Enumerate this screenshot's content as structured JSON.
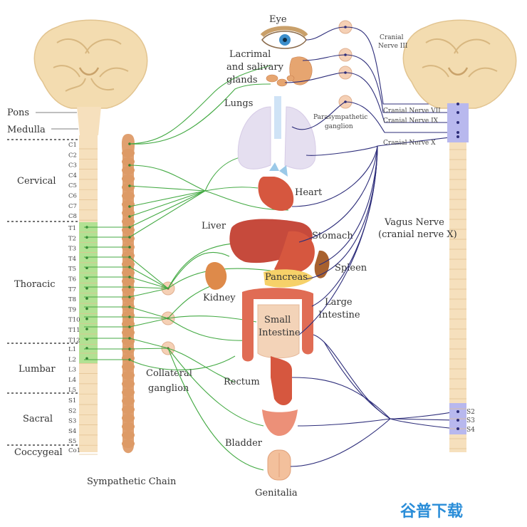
{
  "regions": {
    "pons": "Pons",
    "medulla": "Medulla",
    "cervical": "Cervical",
    "thoracic": "Thoracic",
    "lumbar": "Lumbar",
    "sacral": "Sacral",
    "coccygeal": "Coccygeal"
  },
  "segments": {
    "cervical": [
      "C1",
      "C2",
      "C3",
      "C4",
      "C5",
      "C6",
      "C7",
      "C8"
    ],
    "thoracic": [
      "T1",
      "T2",
      "T3",
      "T4",
      "T5",
      "T6",
      "T7",
      "T8",
      "T9",
      "T10",
      "T11",
      "T12"
    ],
    "lumbar": [
      "L1",
      "L2",
      "L3",
      "L4",
      "L5"
    ],
    "sacral": [
      "S1",
      "S2",
      "S3",
      "S4",
      "S5"
    ],
    "coccygeal": [
      "Co1"
    ]
  },
  "organs": {
    "eye": "Eye",
    "lacrimal": [
      "Lacrimal",
      "and salivary",
      "glands"
    ],
    "lungs": "Lungs",
    "heart": "Heart",
    "liver": "Liver",
    "stomach": "Stomach",
    "spleen": "Spleen",
    "pancreas": "Pancreas",
    "kidney": "Kidney",
    "large_intestine": [
      "Large",
      "Intestine"
    ],
    "small_intestine": [
      "Small",
      "Intestine"
    ],
    "rectum": "Rectum",
    "bladder": "Bladder",
    "genitalia": "Genitalia"
  },
  "nerves": {
    "cranial_iii": [
      "Cranial",
      "Nerve III"
    ],
    "parasympathetic_ganglion": [
      "Parasympathetic",
      "ganglion"
    ],
    "cranial_vii": "Cranial Nerve VII",
    "cranial_ix": "Cranial Nerve IX",
    "cranial_x": "Cranial Nerve X",
    "vagus": [
      "Vagus Nerve",
      "(cranial nerve X)"
    ],
    "sacral_labels": [
      "S2",
      "S3",
      "S4"
    ]
  },
  "captions": {
    "sympathetic_chain": "Sympathetic Chain",
    "collateral_ganglion": [
      "Collateral",
      "ganglion"
    ]
  },
  "watermark": "谷普下载",
  "colors": {
    "sympathetic": "#44aa44",
    "parasympathetic": "#2d2d7a",
    "brain": "#f3dcb0",
    "cord": "#f6e0bd",
    "chain": "#e0a070",
    "organ_red": "#d6573f",
    "thoracic_green": "#a6e08c",
    "lung": "#e5dff0",
    "watermark": "#2a8dd8"
  }
}
